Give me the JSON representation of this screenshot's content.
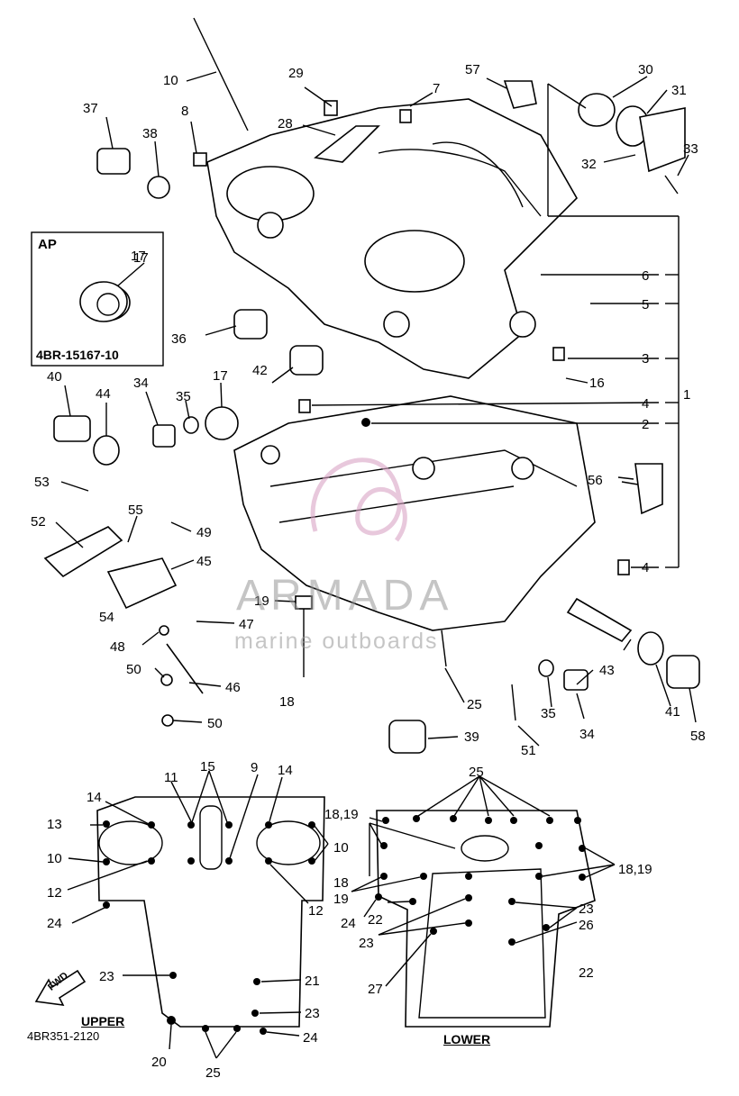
{
  "callouts": [
    "1",
    "2",
    "3",
    "4",
    "4",
    "4",
    "5",
    "6",
    "7",
    "8",
    "10",
    "16",
    "17",
    "17",
    "18",
    "19",
    "25",
    "28",
    "29",
    "30",
    "31",
    "32",
    "33",
    "34",
    "34",
    "35",
    "35",
    "36",
    "37",
    "38",
    "39",
    "40",
    "41",
    "42",
    "43",
    "44",
    "45",
    "46",
    "47",
    "48",
    "49",
    "50",
    "50",
    "51",
    "52",
    "53",
    "54",
    "55",
    "56",
    "57",
    "58"
  ],
  "inset_box": {
    "title": "AP",
    "part_number": "17",
    "code": "4BR-15167-10"
  },
  "upper_view": {
    "labels": [
      "14",
      "15",
      "9",
      "14",
      "11",
      "13",
      "10",
      "10",
      "12",
      "12",
      "24",
      "23",
      "21",
      "23",
      "20",
      "25",
      "24"
    ],
    "caption": "UPPER",
    "code": "4BR351-2120",
    "arrow_label": "FWD"
  },
  "lower_view": {
    "labels": [
      "25",
      "18,19",
      "18,19",
      "18",
      "19",
      "24",
      "22",
      "23",
      "23",
      "26",
      "22",
      "27"
    ],
    "caption": "LOWER"
  },
  "watermark": {
    "name": "ARMADA",
    "tagline": "marine outboards",
    "color": "#d9a3c4"
  }
}
